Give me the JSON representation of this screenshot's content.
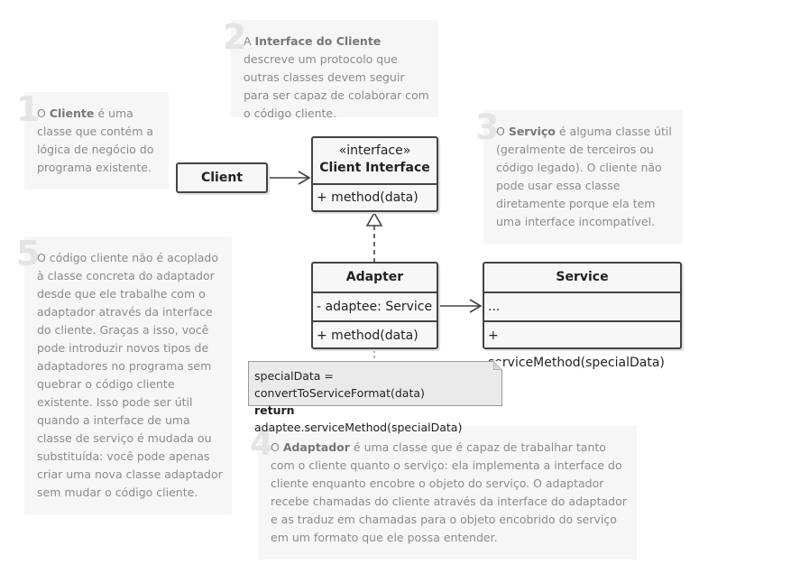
{
  "notes": {
    "n1": {
      "number": "1",
      "pre": "O ",
      "bold": "Cliente",
      "post": " é uma classe que contém a lógica de negócio do programa existente."
    },
    "n2": {
      "number": "2",
      "pre": "A ",
      "bold": "Interface do Cliente",
      "post": " descreve um protocolo que outras classes devem seguir para ser capaz de colaborar com o código cliente."
    },
    "n3": {
      "number": "3",
      "pre": "O ",
      "bold": "Serviço",
      "post": " é alguma classe útil (geralmente de terceiros ou código legado). O cliente não pode usar essa classe diretamente porque ela tem uma interface incompatível."
    },
    "n4": {
      "number": "4",
      "pre": "O ",
      "bold": "Adaptador",
      "post": " é uma classe que é capaz de trabalhar tanto com o cliente quanto o serviço: ela implementa a interface do cliente enquanto encobre o objeto do serviço. O adaptador recebe chamadas do cliente através da interface do adaptador e as traduz em chamadas para o objeto encobrido do serviço em um formato que ele possa entender."
    },
    "n5": {
      "number": "5",
      "pre": "",
      "bold": "",
      "post": "O código cliente não é acoplado à classe concreta do adaptador desde que ele trabalhe com o adaptador através da interface do cliente. Graças a isso, você pode introduzir novos tipos de adaptadores no programa sem quebrar o código cliente existente. Isso pode ser útil quando a interface de uma classe de serviço é mudada ou substituída: você pode apenas criar uma nova classe adaptador sem mudar o código cliente."
    }
  },
  "classes": {
    "client": {
      "name": "Client"
    },
    "client_interface": {
      "stereotype": "«interface»",
      "name": "Client Interface",
      "method": "+ method(data)"
    },
    "adapter": {
      "name": "Adapter",
      "field": "- adaptee: Service",
      "method": "+ method(data)"
    },
    "service": {
      "name": "Service",
      "field": "...",
      "method": "+ serviceMethod(specialData)"
    }
  },
  "code_note": {
    "line1": "specialData = convertToServiceFormat(data)",
    "line2_keyword": "return",
    "line2_rest": " adaptee.serviceMethod(specialData)"
  }
}
